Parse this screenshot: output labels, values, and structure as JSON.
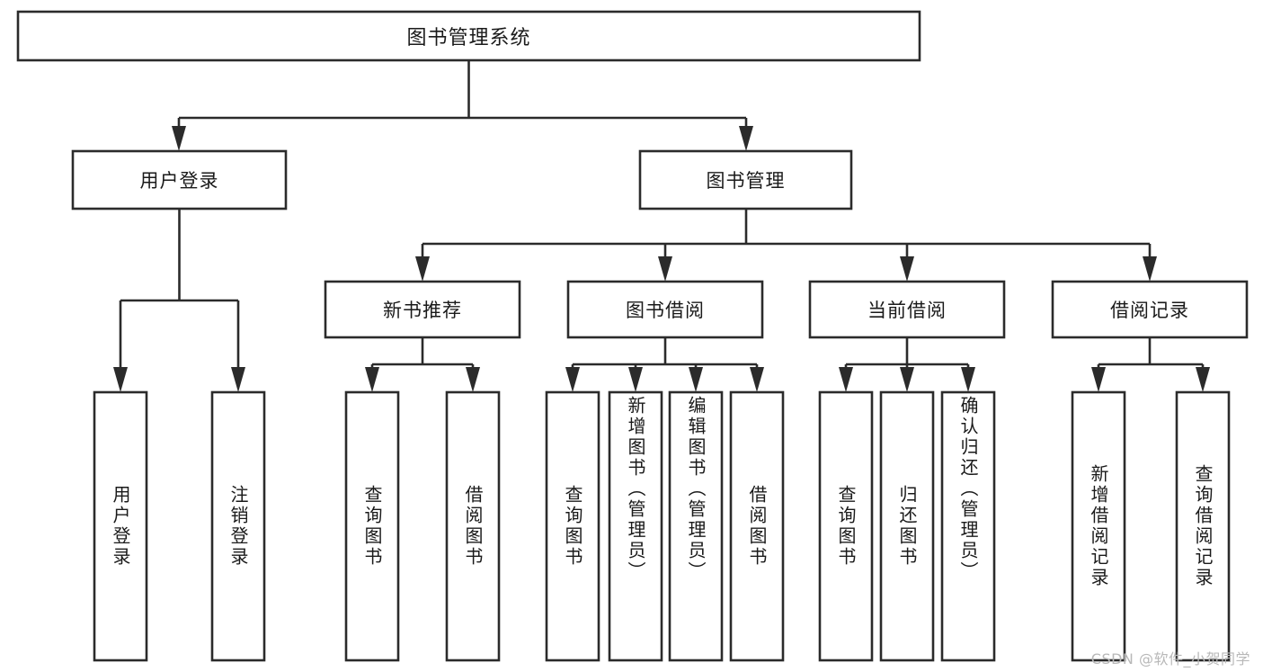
{
  "diagram": {
    "title": "图书管理系统",
    "type": "tree-hierarchy",
    "watermark": "CSDN @软件_小贺同学",
    "colors": {
      "stroke": "#2b2b2b",
      "fill": "#ffffff",
      "text": "#1a1a1a",
      "watermark": "#b8b8b8"
    },
    "root": {
      "label": "图书管理系统",
      "orientation": "horizontal"
    },
    "level2": [
      {
        "label": "用户登录",
        "orientation": "horizontal"
      },
      {
        "label": "图书管理",
        "orientation": "horizontal"
      }
    ],
    "level3": [
      {
        "label": "新书推荐",
        "orientation": "horizontal"
      },
      {
        "label": "图书借阅",
        "orientation": "horizontal"
      },
      {
        "label": "当前借阅",
        "orientation": "horizontal"
      },
      {
        "label": "借阅记录",
        "orientation": "horizontal"
      }
    ],
    "leaves": {
      "user_login": [
        {
          "label": "用户登录",
          "orientation": "vertical"
        },
        {
          "label": "注销登录",
          "orientation": "vertical"
        }
      ],
      "new_book_recommend": [
        {
          "label": "查询图书",
          "orientation": "vertical"
        },
        {
          "label": "借阅图书",
          "orientation": "vertical"
        }
      ],
      "book_borrow": [
        {
          "label": "查询图书",
          "orientation": "vertical"
        },
        {
          "label": "新增图书（管理员）",
          "orientation": "vertical"
        },
        {
          "label": "编辑图书（管理员）",
          "orientation": "vertical"
        },
        {
          "label": "借阅图书",
          "orientation": "vertical"
        }
      ],
      "current_borrow": [
        {
          "label": "查询图书",
          "orientation": "vertical"
        },
        {
          "label": "归还图书",
          "orientation": "vertical"
        },
        {
          "label": "确认归还（管理员）",
          "orientation": "vertical"
        }
      ],
      "borrow_record": [
        {
          "label": "新增借阅记录",
          "orientation": "vertical"
        },
        {
          "label": "查询借阅记录",
          "orientation": "vertical"
        }
      ]
    }
  }
}
